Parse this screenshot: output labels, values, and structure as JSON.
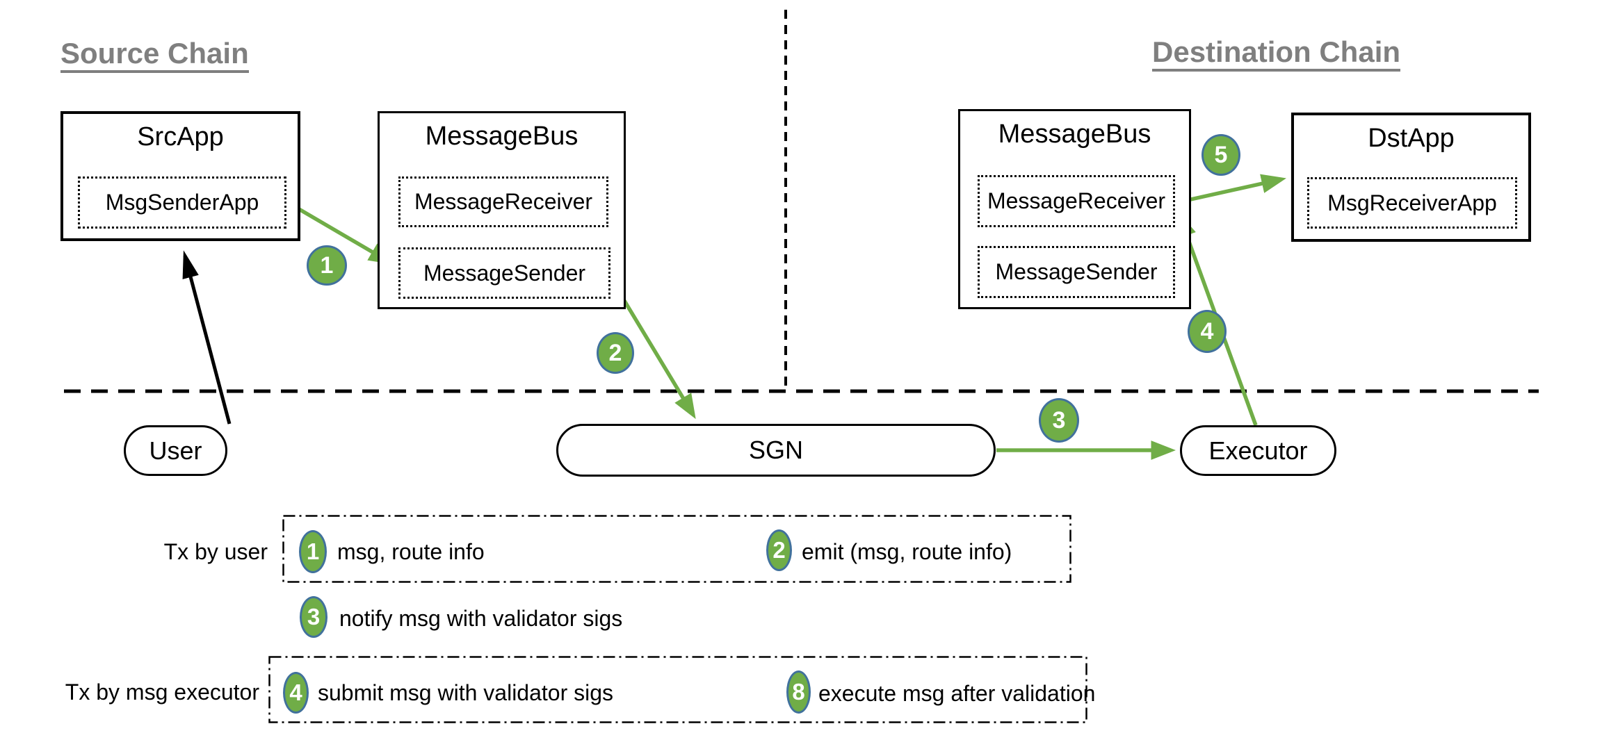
{
  "chains": {
    "source_title": "Source Chain",
    "destination_title": "Destination Chain"
  },
  "nodes": {
    "src_app": {
      "title": "SrcApp",
      "inner": "MsgSenderApp"
    },
    "src_message_bus": {
      "title": "MessageBus",
      "receiver": "MessageReceiver",
      "sender": "MessageSender"
    },
    "dst_message_bus": {
      "title": "MessageBus",
      "receiver": "MessageReceiver",
      "sender": "MessageSender"
    },
    "dst_app": {
      "title": "DstApp",
      "inner": "MsgReceiverApp"
    },
    "user": {
      "label": "User"
    },
    "sgn": {
      "label": "SGN"
    },
    "executor": {
      "label": "Executor"
    }
  },
  "diagram_badges": {
    "step1": "1",
    "step2": "2",
    "step3": "3",
    "step4": "4",
    "step5": "5"
  },
  "legend": {
    "tx_by_user_label": "Tx by user",
    "tx_by_executor_label": "Tx by msg executor",
    "items": [
      {
        "num": "1",
        "text": "msg, route info"
      },
      {
        "num": "2",
        "text": "emit (msg, route info)"
      },
      {
        "num": "3",
        "text": "notify msg with validator sigs"
      },
      {
        "num": "4",
        "text": "submit msg with validator sigs"
      },
      {
        "num": "8",
        "text": "execute msg after validation"
      }
    ]
  },
  "colors": {
    "green": "#70AD47",
    "badge_border": "#41719C",
    "title_gray": "#7f7f7f",
    "ink": "#000000"
  }
}
